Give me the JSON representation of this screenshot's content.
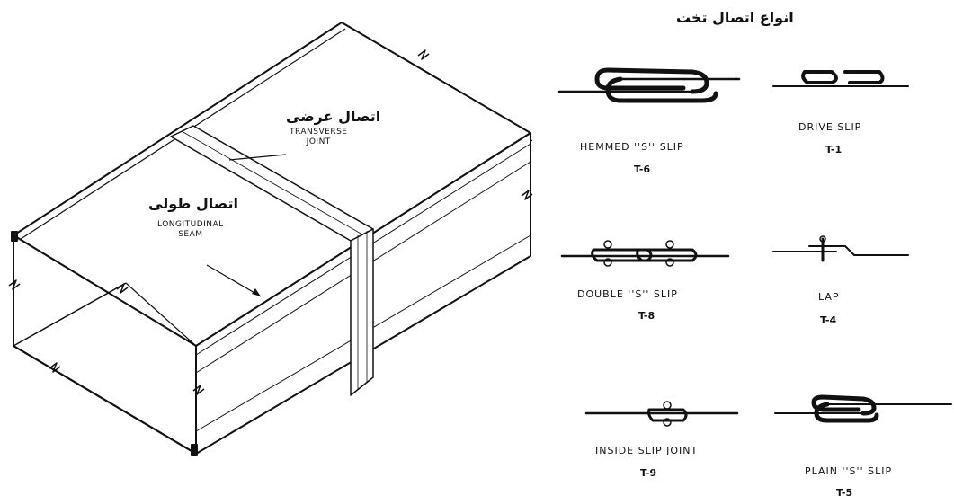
{
  "title": "انواع اتصال تخت",
  "duct": {
    "transverse": {
      "fa": "اتصال عرضی",
      "en_line1": "TRANSVERSE",
      "en_line2": "JOINT"
    },
    "longitudinal": {
      "fa": "اتصال طولی",
      "en_line1": "LONGITUDINAL",
      "en_line2": "SEAM"
    }
  },
  "joints": [
    {
      "name": "HEMMED ''S'' SLIP",
      "code": "T-6",
      "icon": "hemmed-s-slip-icon"
    },
    {
      "name": "DRIVE SLIP",
      "code": "T-1",
      "icon": "drive-slip-icon"
    },
    {
      "name": "DOUBLE ''S'' SLIP",
      "code": "T-8",
      "icon": "double-s-slip-icon"
    },
    {
      "name": "LAP",
      "code": "T-4",
      "icon": "lap-joint-icon"
    },
    {
      "name": "INSIDE SLIP JOINT",
      "code": "T-9",
      "icon": "inside-slip-joint-icon"
    },
    {
      "name": "PLAIN ''S'' SLIP",
      "code": "T-5",
      "icon": "plain-s-slip-icon"
    }
  ]
}
